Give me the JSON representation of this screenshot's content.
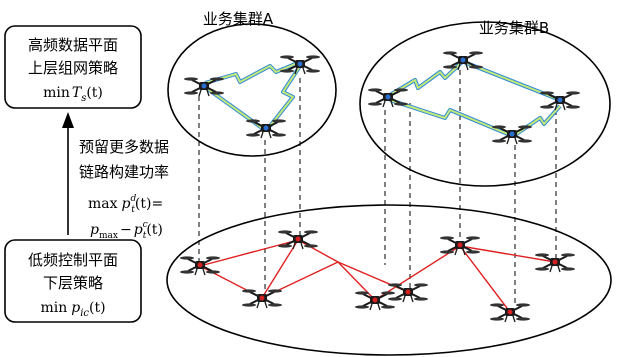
{
  "cluster_a": {
    "label": "业务集群A"
  },
  "cluster_b": {
    "label": "业务集群B"
  },
  "top_box": {
    "line1": "高频数据平面",
    "line2": "上层组网策略",
    "formula_prefix": "min",
    "formula_var": "T",
    "formula_sub": "s",
    "formula_arg": "(t)"
  },
  "bottom_box": {
    "line1": "低频控制平面",
    "line2": "下层策略",
    "formula_prefix": "min",
    "formula_var": "p",
    "formula_sub": "ic",
    "formula_arg": "(t)"
  },
  "middle_text": {
    "line1": "预留更多数据",
    "line2": "链路构建功率",
    "formula1_prefix": "max",
    "formula1_var": "p",
    "formula1_sup": "d",
    "formula1_sub": "t",
    "formula1_arg": "(t)=",
    "formula2_var1": "p",
    "formula2_sub1": "max",
    "formula2_minus": "−",
    "formula2_var2": "p",
    "formula2_sup2": "c",
    "formula2_sub2": "t",
    "formula2_arg": "(t)"
  },
  "colors": {
    "data_link": "#2e8bd6",
    "data_link_inner": "#c5e87a",
    "control_link": "#e02020",
    "drone_body": "#1a1a1a",
    "drone_center_red": "#d42020",
    "drone_center_blue": "#2a6fcf"
  }
}
